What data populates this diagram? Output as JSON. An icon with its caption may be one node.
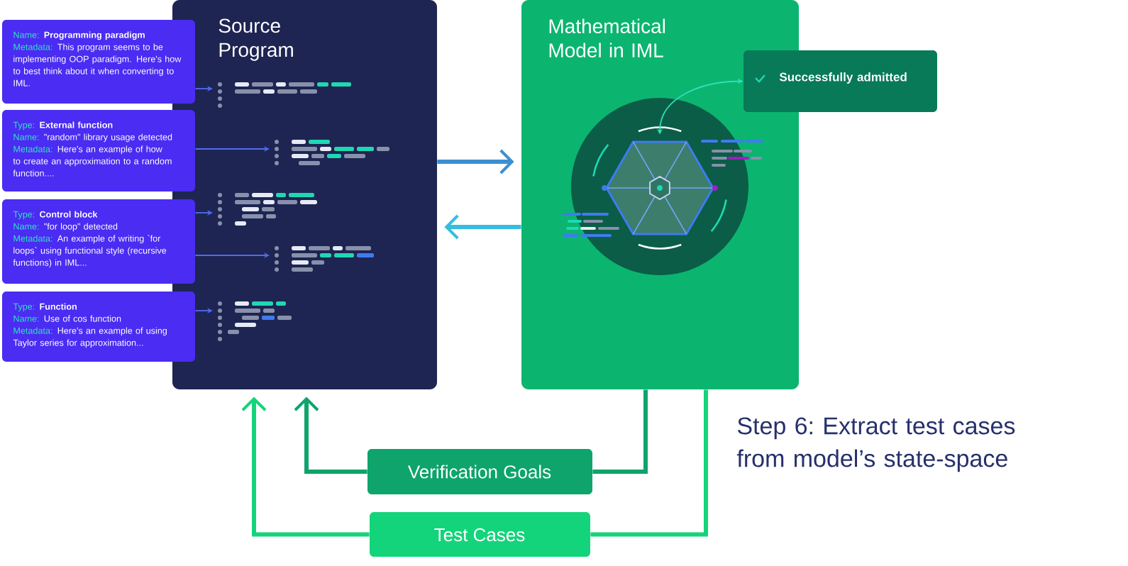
{
  "diagram": {
    "nodes": [
      {
        "text": [
          "Source Program"
        ]
      },
      {
        "text": [
          "Name:",
          "Programming paradigm",
          "Metadata:",
          "This program seems to be implementing OOP paradigm. Here's how to best think about it when converting to IML."
        ]
      },
      {
        "text": [
          "Type:",
          "External function",
          "Name:",
          "\"random\" library usage detected",
          "Metadata:",
          "Here's an example of how to create an approximation to a random function...."
        ]
      },
      {
        "text": [
          "Type:",
          "Control block",
          "Name:",
          "\"for loop\" detected",
          "Metadata:",
          "An example of writing `for loops` using functional style (recursive functions) in IML..."
        ]
      },
      {
        "text": [
          "Type:",
          "Function",
          "Name:",
          "Use of cos function",
          "Metadata:",
          "Here's an example of using Taylor series for approximation..."
        ]
      },
      {
        "text": [],
        "shape": "picture",
        "in": 0
      },
      {
        "text": [],
        "shape": "picture",
        "in": 0
      },
      {
        "text": [],
        "shape": "picture",
        "in": 0
      },
      {
        "text": [],
        "shape": "picture",
        "in": 0
      },
      {
        "text": [],
        "shape": "picture",
        "in": 0
      },
      {
        "text": [
          "Mathematical Model in IML"
        ]
      },
      {
        "text": [
          "Successfully admitted"
        ]
      },
      {
        "text": [],
        "shape": "picture",
        "in": 10
      },
      {
        "text": [
          "Verification Goals"
        ]
      },
      {
        "text": [
          "Test Cases"
        ]
      }
    ],
    "edges": [
      {
        "from": 1,
        "to": 5,
        "arrow": "to",
        "color": "#4f6cf2"
      },
      {
        "from": 2,
        "to": 6,
        "arrow": "to",
        "color": "#4f6cf2"
      },
      {
        "from": 3,
        "to": 7,
        "arrow": "to",
        "color": "#4f6cf2"
      },
      {
        "from": 3,
        "to": 8,
        "arrow": "to",
        "color": "#4f6cf2"
      },
      {
        "from": 4,
        "to": 9,
        "arrow": "to",
        "color": "#4f6cf2"
      },
      {
        "from": 0,
        "to": 10,
        "arrow": "to",
        "style": "thick",
        "color": "#3d8fcf"
      },
      {
        "from": 10,
        "to": 0,
        "arrow": "to",
        "style": "thick",
        "color": "#35bde0"
      },
      {
        "from": 11,
        "to": 12,
        "arrow": "both",
        "color": "#2ee0b8"
      },
      {
        "from": 10,
        "to": 13,
        "arrow": "none",
        "style": "thick",
        "color": "#0ea46c"
      },
      {
        "from": 13,
        "to": 0,
        "arrow": "to",
        "style": "thick",
        "color": "#0ea46c"
      },
      {
        "from": 10,
        "to": 14,
        "arrow": "none",
        "style": "thick",
        "color": "#14d47b"
      },
      {
        "from": 14,
        "to": 0,
        "arrow": "to",
        "style": "thick",
        "color": "#14d47b"
      }
    ],
    "labels": [
      "Step 6: Extract test cases from model’s state-space"
    ]
  }
}
